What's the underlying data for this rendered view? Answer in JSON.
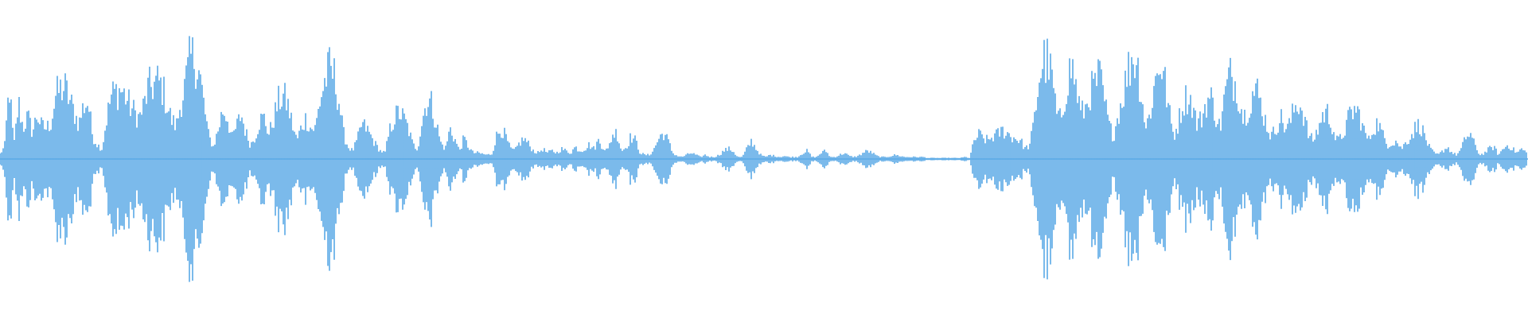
{
  "waveform": {
    "color": "#5aa9e6",
    "background": "#ffffff",
    "envelope": [
      0.05,
      0.12,
      0.72,
      0.12,
      0.55,
      0.3,
      0.42,
      0.26,
      0.44,
      0.32,
      0.3,
      0.36,
      0.62,
      0.68,
      0.7,
      0.58,
      0.46,
      0.34,
      0.52,
      0.56,
      0.22,
      0.14,
      0.1,
      0.4,
      0.62,
      0.66,
      0.68,
      0.62,
      0.52,
      0.46,
      0.4,
      0.52,
      0.7,
      0.72,
      0.76,
      0.7,
      0.54,
      0.38,
      0.32,
      0.56,
      0.74,
      0.98,
      1.0,
      0.84,
      0.52,
      0.22,
      0.12,
      0.28,
      0.48,
      0.42,
      0.2,
      0.32,
      0.44,
      0.26,
      0.14,
      0.22,
      0.38,
      0.4,
      0.24,
      0.4,
      0.56,
      0.62,
      0.54,
      0.34,
      0.18,
      0.32,
      0.4,
      0.3,
      0.3,
      0.58,
      0.76,
      0.88,
      0.82,
      0.6,
      0.26,
      0.12,
      0.08,
      0.18,
      0.34,
      0.3,
      0.22,
      0.14,
      0.08,
      0.06,
      0.28,
      0.4,
      0.46,
      0.4,
      0.3,
      0.14,
      0.1,
      0.38,
      0.58,
      0.54,
      0.36,
      0.16,
      0.1,
      0.3,
      0.2,
      0.08,
      0.2,
      0.12,
      0.06,
      0.06,
      0.05,
      0.04,
      0.05,
      0.22,
      0.3,
      0.22,
      0.1,
      0.08,
      0.16,
      0.2,
      0.14,
      0.08,
      0.06,
      0.1,
      0.06,
      0.08,
      0.06,
      0.1,
      0.08,
      0.06,
      0.12,
      0.08,
      0.1,
      0.14,
      0.1,
      0.18,
      0.12,
      0.08,
      0.24,
      0.26,
      0.08,
      0.12,
      0.22,
      0.18,
      0.06,
      0.04,
      0.04,
      0.1,
      0.2,
      0.26,
      0.18,
      0.06,
      0.03,
      0.02,
      0.04,
      0.06,
      0.04,
      0.02,
      0.04,
      0.02,
      0.02,
      0.04,
      0.08,
      0.1,
      0.08,
      0.02,
      0.02,
      0.1,
      0.18,
      0.1,
      0.04,
      0.02,
      0.04,
      0.03,
      0.02,
      0.03,
      0.02,
      0.02,
      0.02,
      0.06,
      0.08,
      0.02,
      0.02,
      0.06,
      0.08,
      0.02,
      0.02,
      0.04,
      0.06,
      0.03,
      0.02,
      0.03,
      0.06,
      0.08,
      0.06,
      0.03,
      0.02,
      0.02,
      0.03,
      0.04,
      0.03,
      0.02,
      0.02,
      0.02,
      0.02,
      0.02,
      0.01,
      0.01,
      0.01,
      0.01,
      0.01,
      0.01,
      0.01,
      0.01,
      0.02,
      0.01,
      0.18,
      0.24,
      0.2,
      0.18,
      0.22,
      0.24,
      0.28,
      0.26,
      0.22,
      0.2,
      0.18,
      0.1,
      0.14,
      0.4,
      0.8,
      0.98,
      0.94,
      0.72,
      0.36,
      0.46,
      0.76,
      0.92,
      0.7,
      0.44,
      0.5,
      0.66,
      0.72,
      0.82,
      0.58,
      0.34,
      0.22,
      0.44,
      0.62,
      0.84,
      1.0,
      0.98,
      0.66,
      0.3,
      0.48,
      0.76,
      0.98,
      0.78,
      0.46,
      0.22,
      0.36,
      0.56,
      0.62,
      0.54,
      0.34,
      0.4,
      0.56,
      0.6,
      0.44,
      0.3,
      0.62,
      0.82,
      0.78,
      0.64,
      0.4,
      0.5,
      0.64,
      0.66,
      0.5,
      0.34,
      0.22,
      0.3,
      0.42,
      0.3,
      0.34,
      0.5,
      0.56,
      0.44,
      0.24,
      0.18,
      0.28,
      0.42,
      0.46,
      0.36,
      0.18,
      0.2,
      0.3,
      0.44,
      0.48,
      0.44,
      0.28,
      0.18,
      0.3,
      0.36,
      0.24,
      0.14,
      0.16,
      0.18,
      0.1,
      0.16,
      0.22,
      0.3,
      0.34,
      0.24,
      0.12,
      0.06,
      0.04,
      0.08,
      0.12,
      0.06,
      0.04,
      0.1,
      0.22,
      0.24,
      0.12,
      0.04,
      0.06,
      0.1,
      0.12,
      0.04,
      0.1,
      0.14,
      0.1,
      0.06,
      0.1,
      0.06
    ]
  }
}
